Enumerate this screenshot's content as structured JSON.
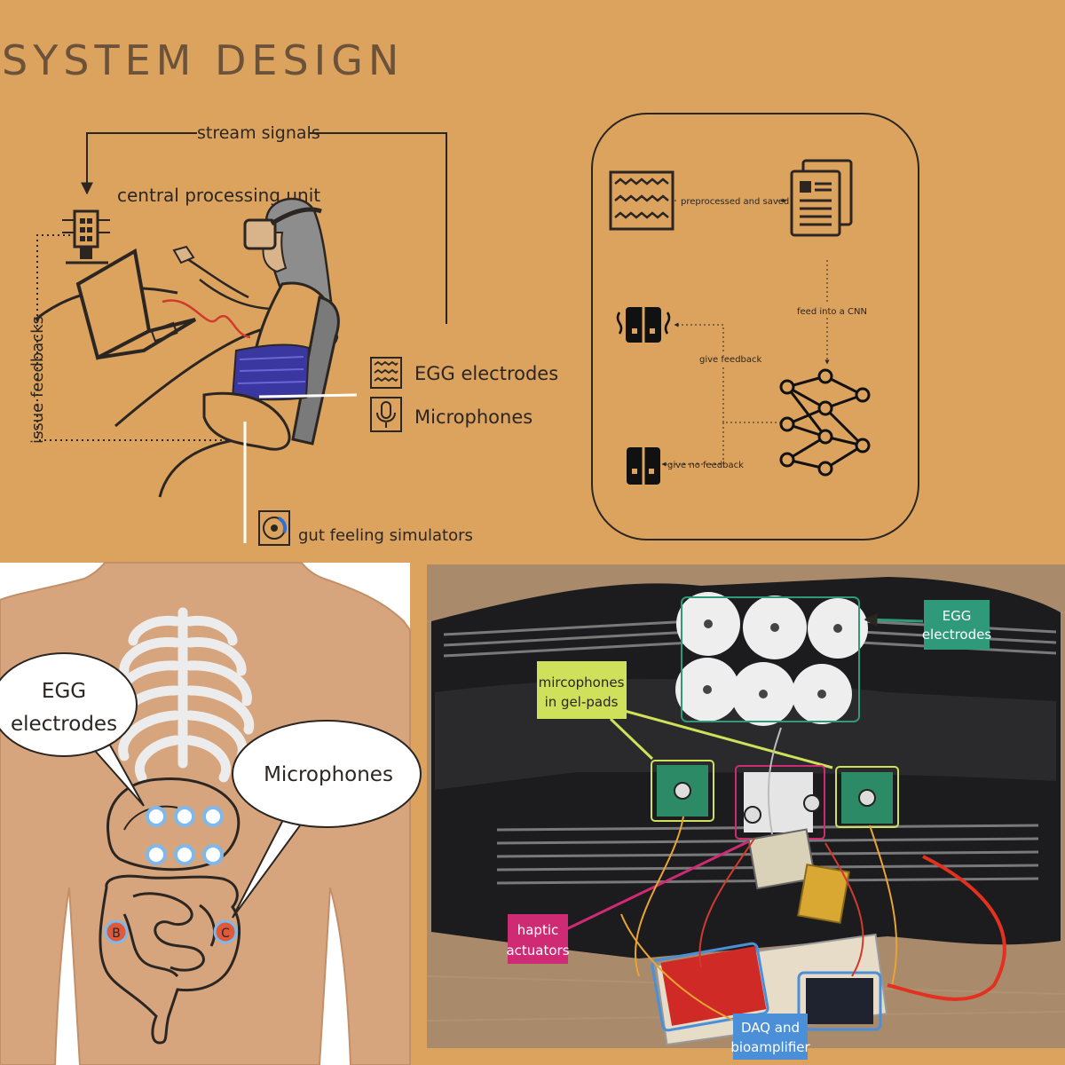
{
  "title": "SYSTEM DESIGN",
  "top_left": {
    "stream_signals": "stream  signals",
    "cpu_label": "central processing unit",
    "issue_feedbacks": "issue feedbacks",
    "egg_electrodes": "EGG electrodes",
    "microphones": "Microphones",
    "gut_feeling": "gut feeling simulators"
  },
  "pipeline": {
    "preprocessed": "preprocessed and saved",
    "feed_cnn": "feed into a CNN",
    "give_feedback": "give feedback",
    "give_no_feedback": "give no feedback"
  },
  "body_diagram": {
    "egg_line1": "EGG",
    "egg_line2": "electrodes",
    "microphones": "Microphones",
    "marker_b": "B",
    "marker_c": "C"
  },
  "photo": {
    "egg_line1": "EGG",
    "egg_line2": "electrodes",
    "mic_line1": "mircophones",
    "mic_line2": "in gel-pads",
    "haptic_line1": "haptic",
    "haptic_line2": "actuators",
    "daq_line1": "DAQ and",
    "daq_line2": "bioamplifier"
  },
  "colors": {
    "background": "#dca35f",
    "egg_tag": "#2f9a79",
    "mic_tag": "#cfe05a",
    "haptic_tag": "#cf2a74",
    "daq_tag": "#4a8fd8",
    "electrode_marker": "#7fb8ea",
    "mic_marker": "#e05a3a"
  }
}
